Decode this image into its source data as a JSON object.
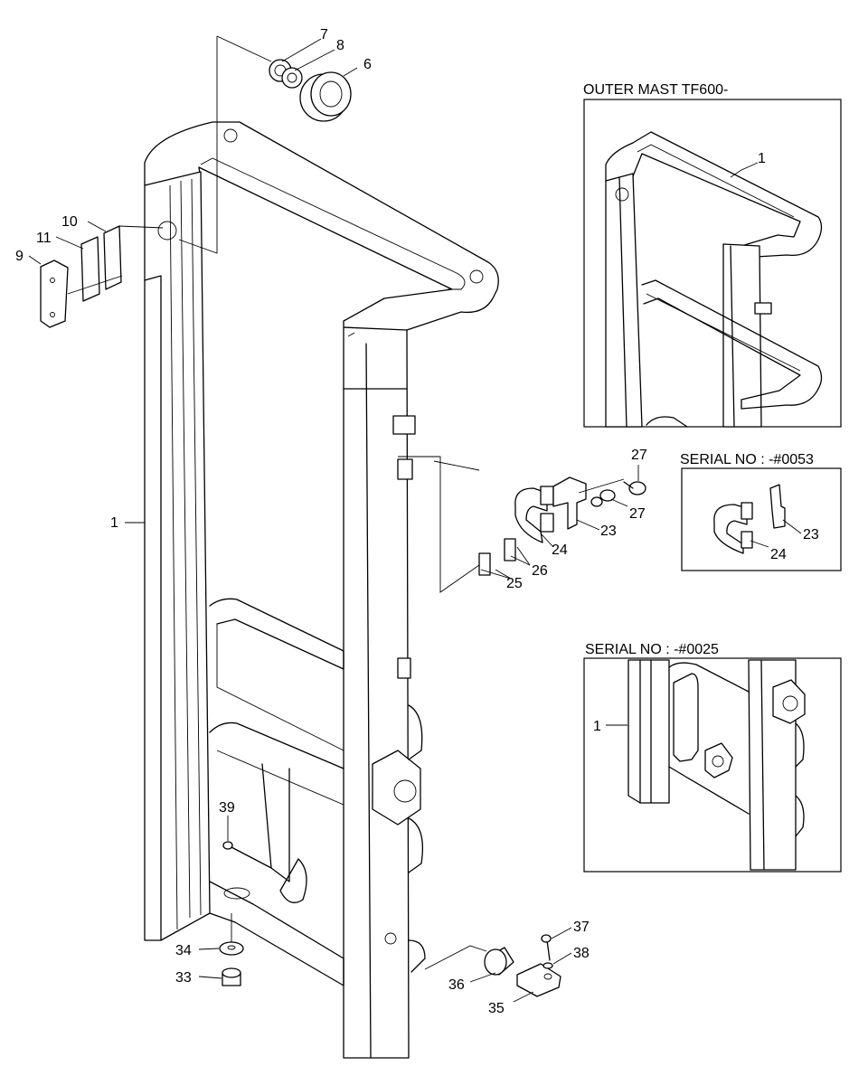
{
  "insets": {
    "outer_mast": {
      "title": "OUTER MAST TF600-"
    },
    "serial_0053": {
      "title": "SERIAL NO : -#0053"
    },
    "serial_0025": {
      "title": "SERIAL NO : -#0025"
    }
  },
  "callouts": {
    "p1": "1",
    "p6": "6",
    "p7": "7",
    "p8": "8",
    "p9": "9",
    "p10": "10",
    "p11": "11",
    "p23": "23",
    "p24": "24",
    "p25": "25",
    "p26": "26",
    "p27a": "27",
    "p27b": "27",
    "p33": "33",
    "p34": "34",
    "p35": "35",
    "p36": "36",
    "p37": "37",
    "p38": "38",
    "p39": "39",
    "in1_1": "1",
    "in2_23": "23",
    "in2_24": "24",
    "in3_1": "1"
  }
}
